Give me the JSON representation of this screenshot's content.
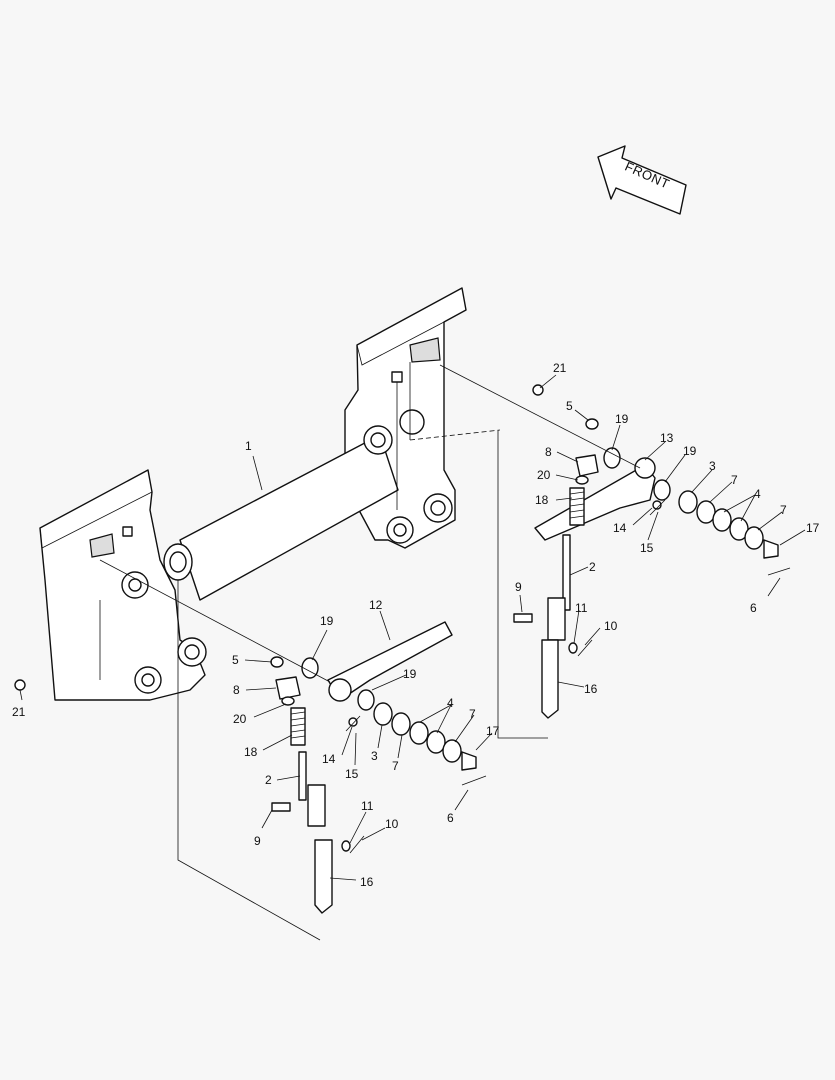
{
  "front_label": "FRONT",
  "callouts": {
    "c1": "1",
    "c21_top": "21",
    "c5_r": "5",
    "c19_r1": "19",
    "c13": "13",
    "c8_r": "8",
    "c20_r": "20",
    "c19_r2": "19",
    "c3_r": "3",
    "c7_r1": "7",
    "c4_r": "4",
    "c7_r2": "7",
    "c17_r": "17",
    "c18_r": "18",
    "c14_r": "14",
    "c15_r": "15",
    "c2_r": "2",
    "c9_r": "9",
    "c11_r": "11",
    "c10_r": "10",
    "c6_r": "6",
    "c16_r": "16",
    "c21_left": "21",
    "c12": "12",
    "c19_l1": "19",
    "c5_l": "5",
    "c19_l2": "19",
    "c8_l": "8",
    "c20_l": "20",
    "c4_l": "4",
    "c18_l": "18",
    "c14_l": "14",
    "c15_l": "15",
    "c3_l": "3",
    "c7_l1": "7",
    "c7_l2": "7",
    "c17_l": "17",
    "c2_l": "2",
    "c6_l": "6",
    "c9_l": "9",
    "c11_l": "11",
    "c10_l": "10",
    "c16_l": "16"
  }
}
